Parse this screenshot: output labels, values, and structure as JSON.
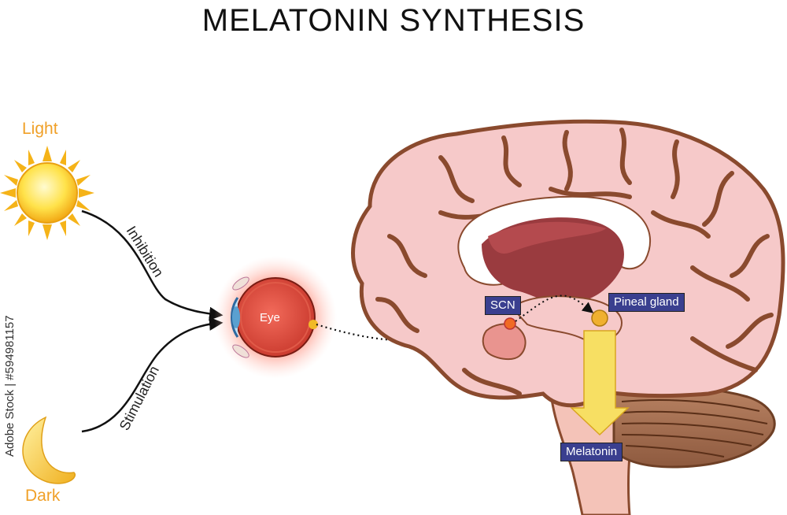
{
  "title": "MELATONIN SYNTHESIS",
  "light": {
    "label": "Light",
    "color": "#f0a028"
  },
  "dark": {
    "label": "Dark",
    "color": "#f0a028"
  },
  "inhibition": "Inhibition",
  "stimulation": "Stimulation",
  "eye": "Eye",
  "scn": "SCN",
  "pineal": "Pineal gland",
  "melatonin": "Melatonin",
  "watermark": "Adobe Stock | #594981157",
  "colors": {
    "brain_fill": "#f6c9c9",
    "brain_outline": "#8a4a2e",
    "tag_bg": "#3a3f8f",
    "arrow": "#f7df63"
  }
}
